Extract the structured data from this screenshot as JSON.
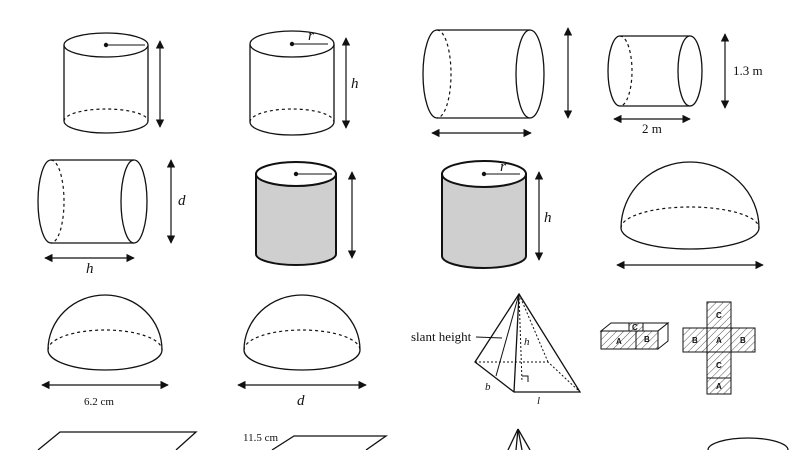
{
  "labels": {
    "r": "r",
    "h": "h",
    "d": "d",
    "height_1_3m": "1.3 m",
    "length_2m": "2 m",
    "diam_6_2cm": "6.2 cm",
    "slant_height": "slant height",
    "pyr_h": "h",
    "pyr_b": "b",
    "pyr_l": "l",
    "prism_11_5cm": "11.5 cm"
  },
  "net_faces": {
    "box": [
      "A",
      "B",
      "C"
    ],
    "cross": [
      "C",
      "B",
      "A",
      "B",
      "C",
      "A"
    ]
  }
}
